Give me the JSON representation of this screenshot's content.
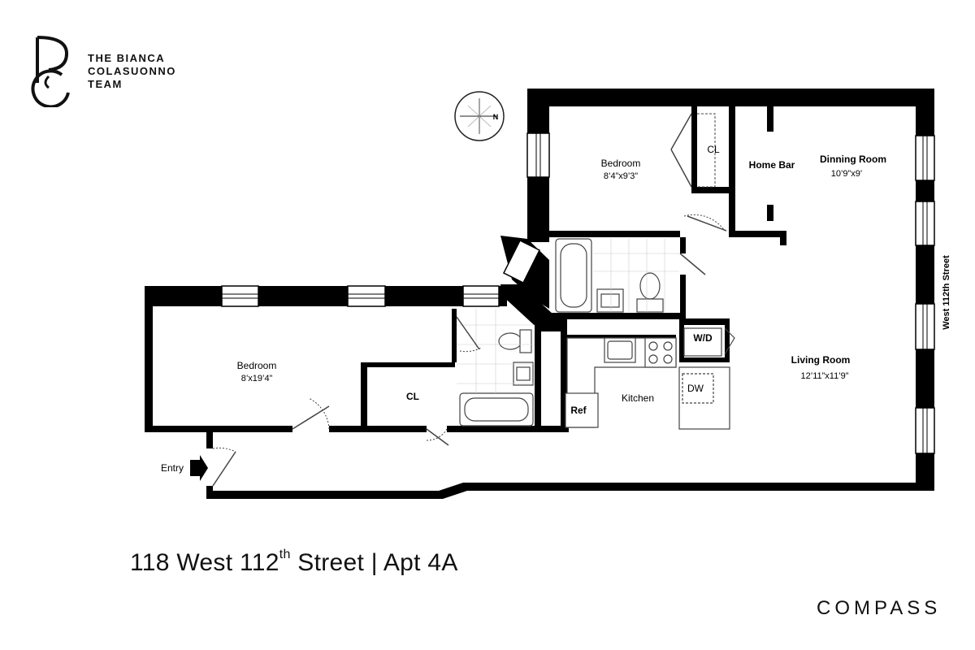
{
  "brand": {
    "logo_letter": "B",
    "line1": "THE BIANCA",
    "line2": "COLASUONNO",
    "line3": "TEAM"
  },
  "compass_rose": {
    "north_label": "N"
  },
  "rooms": {
    "bedroom_top": {
      "name": "Bedroom",
      "dims": "8’4”x9’3”"
    },
    "closet_top": {
      "name": "CL"
    },
    "home_bar": {
      "name": "Home Bar"
    },
    "dining_room": {
      "name": "Dinning Room",
      "dims": "10’9”x9’"
    },
    "bedroom_left": {
      "name": "Bedroom",
      "dims": "8’x19’4”"
    },
    "closet_left": {
      "name": "CL"
    },
    "washer_dryer": {
      "name": "W/D"
    },
    "living_room": {
      "name": "Living Room",
      "dims": "12’11”x11’9”"
    },
    "kitchen": {
      "name": "Kitchen"
    },
    "refrigerator": {
      "name": "Ref"
    },
    "dishwasher": {
      "name": "DW"
    },
    "entry": {
      "name": "Entry"
    }
  },
  "street_label": "West 112th Street",
  "address": {
    "main": "118 West 112",
    "sup": "th",
    "rest": " Street | Apt 4A"
  },
  "compass_brand": "COMPASS",
  "colors": {
    "wall": "#000000",
    "background": "#ffffff",
    "fixture_line": "#555555"
  }
}
